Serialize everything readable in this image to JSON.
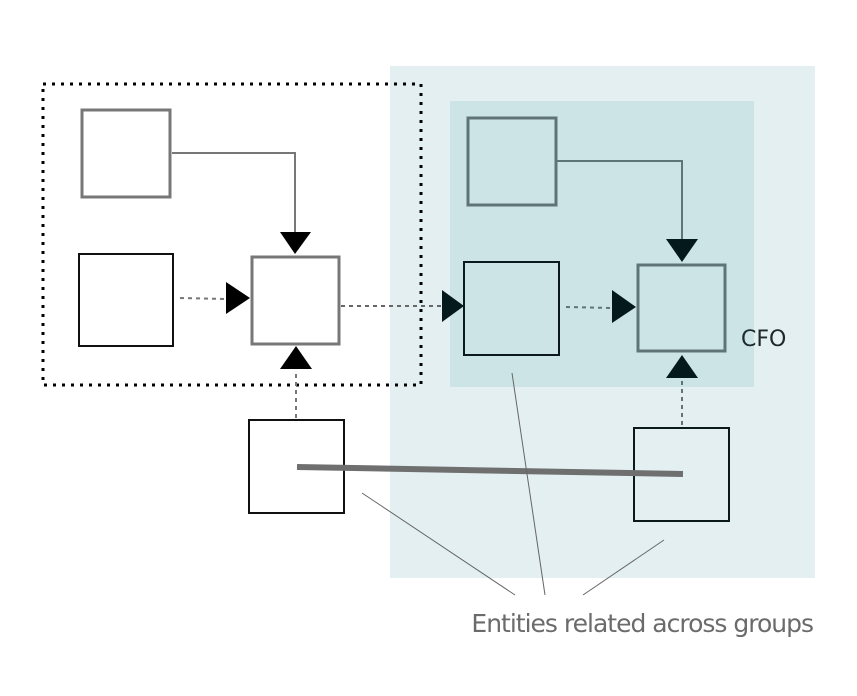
{
  "diagram": {
    "title": "Entities related across groups",
    "colors": {
      "outer_group_fill": "#e3eff1",
      "inner_group_fill": "#cde4e7",
      "box_gray_stroke": "#777777",
      "box_teal_stroke": "#5e7477",
      "box_black_stroke": "#111111",
      "arrowhead": "#000000",
      "arrowhead_dark": "#03191c",
      "connector": "#777777",
      "relation_bar": "#6f6f6f",
      "callout_line": "#666666",
      "label_text": "#6b6b6b",
      "cfo_text": "#1c2a2c"
    },
    "groups": [
      {
        "id": "dotted-group",
        "style": "dotted-border"
      },
      {
        "id": "outer-shaded-group",
        "style": "light-teal-fill"
      },
      {
        "id": "inner-shaded-group",
        "style": "teal-fill"
      }
    ],
    "entities": [
      {
        "id": "left-top",
        "group": "dotted-group"
      },
      {
        "id": "left-middle",
        "group": "dotted-group"
      },
      {
        "id": "left-center",
        "group": "dotted-group"
      },
      {
        "id": "left-bottom",
        "group": "none"
      },
      {
        "id": "right-top",
        "group": "inner-shaded-group"
      },
      {
        "id": "right-middle",
        "group": "inner-shaded-group"
      },
      {
        "id": "right-center",
        "group": "inner-shaded-group",
        "label": "CFO"
      },
      {
        "id": "right-bottom",
        "group": "outer-shaded-group"
      }
    ],
    "edges": [
      {
        "from": "left-top",
        "to": "left-center",
        "style": "solid"
      },
      {
        "from": "left-middle",
        "to": "left-center",
        "style": "dotted"
      },
      {
        "from": "left-bottom",
        "to": "left-center",
        "style": "dotted"
      },
      {
        "from": "left-center",
        "to": "right-middle",
        "style": "dotted"
      },
      {
        "from": "right-top",
        "to": "right-center",
        "style": "solid"
      },
      {
        "from": "right-middle",
        "to": "right-center",
        "style": "dotted"
      },
      {
        "from": "right-bottom",
        "to": "right-center",
        "style": "dotted"
      },
      {
        "from": "left-bottom",
        "to": "right-bottom",
        "style": "thick-relation"
      }
    ],
    "labels": {
      "cfo": "CFO",
      "caption": "Entities related across groups"
    }
  }
}
